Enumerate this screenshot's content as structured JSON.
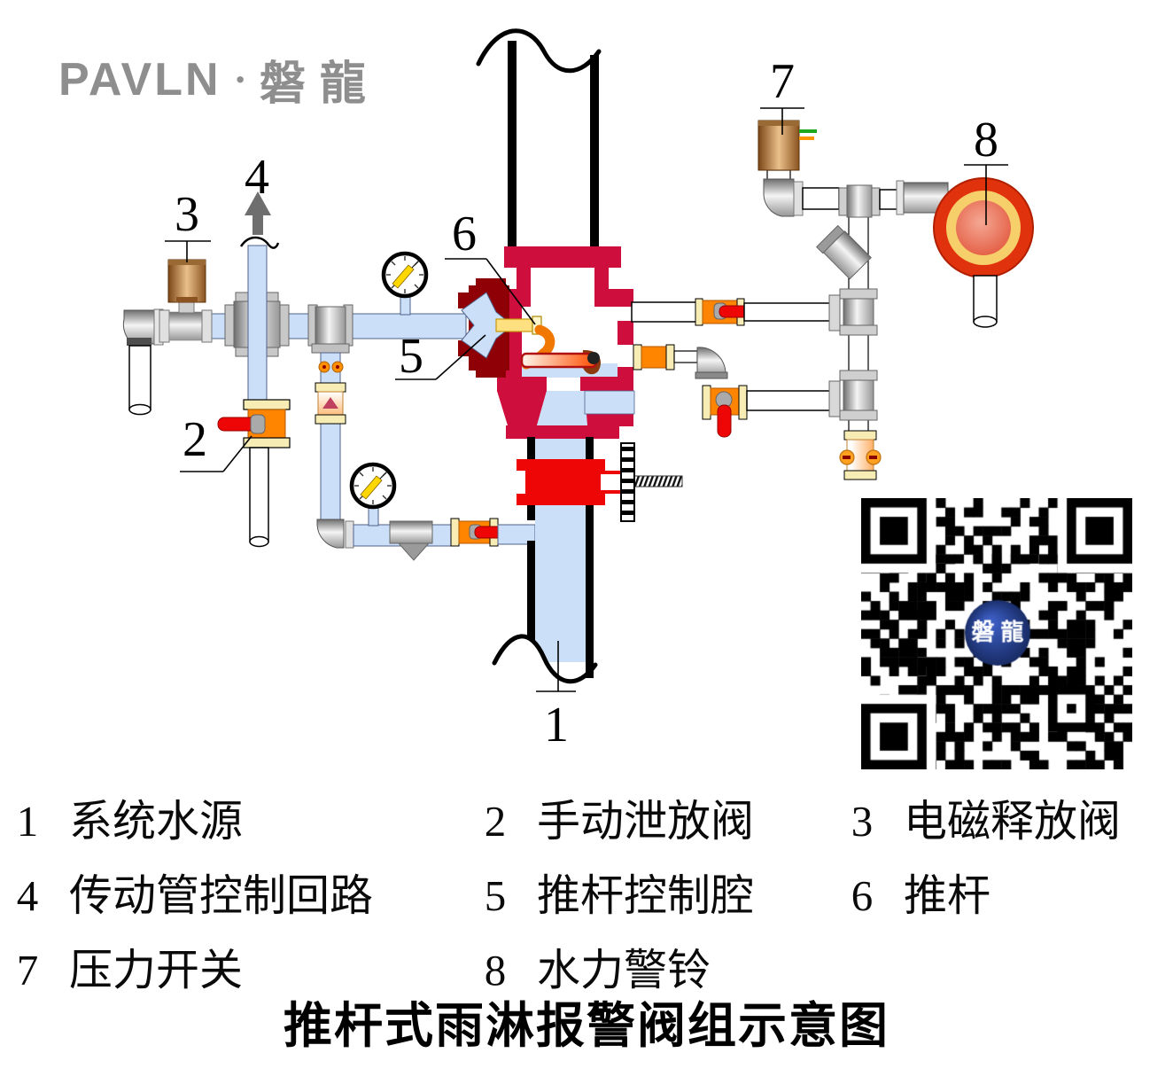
{
  "logo": {
    "latin": "PAVLN",
    "dot": "·",
    "cjk": "磐龍"
  },
  "diagram": {
    "labels": [
      "1",
      "2",
      "3",
      "4",
      "5",
      "6",
      "7",
      "8"
    ]
  },
  "qr": {
    "center_text": "磐龍"
  },
  "legend": {
    "items": [
      {
        "num": "1",
        "term": "系统水源"
      },
      {
        "num": "2",
        "term": "手动泄放阀"
      },
      {
        "num": "3",
        "term": "电磁释放阀"
      },
      {
        "num": "4",
        "term": "传动管控制回路"
      },
      {
        "num": "5",
        "term": "推杆控制腔"
      },
      {
        "num": "6",
        "term": "推杆"
      },
      {
        "num": "7",
        "term": "压力开关"
      },
      {
        "num": "8",
        "term": "水力警铃"
      }
    ]
  },
  "title": "推杆式雨淋报警阀组示意图",
  "colors": {
    "valve_body_crimson": "#CE0F3D",
    "control_chamber_maroon": "#8E0005",
    "water_blue": "#CBE0F8",
    "fitting_orange": "#FF8400",
    "flange_cream": "#F7ECB3",
    "handle_red": "#EE0505",
    "gong_red": "#E1320E",
    "gong_yellow": "#F6CE6A",
    "copper": "#D9A366",
    "logo_gray": "#8E8E8E",
    "qr_center_blue": "#1E3D8F"
  }
}
